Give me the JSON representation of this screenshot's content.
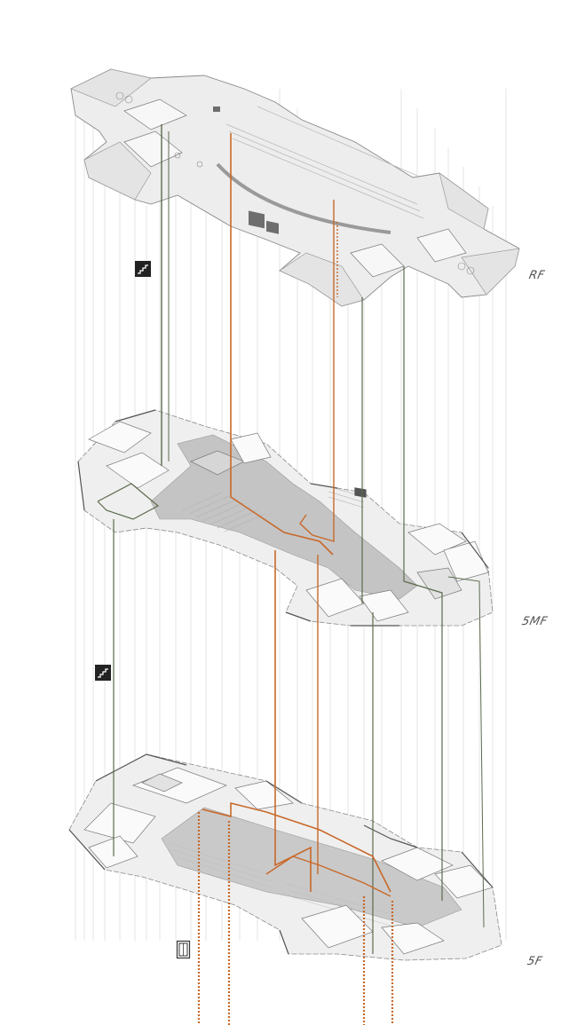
{
  "floors": [
    {
      "id": "rf",
      "label": "RF"
    },
    {
      "id": "5mf",
      "label": "5MF"
    },
    {
      "id": "5f",
      "label": "5F"
    }
  ],
  "icons": [
    {
      "id": "stair-upper",
      "name": "stairs-icon"
    },
    {
      "id": "stair-lower",
      "name": "stairs-icon"
    },
    {
      "id": "elevator",
      "name": "elevator-icon"
    }
  ],
  "colors": {
    "background": "#ffffff",
    "floor_fill": "#ececec",
    "floor_outline": "#8a8a8a",
    "corridor": "#b5b5b5",
    "elevator_route": "#c8692a",
    "stair_route": "#5c6b4e",
    "guide_line": "#d2d2d2",
    "label": "#555555"
  }
}
